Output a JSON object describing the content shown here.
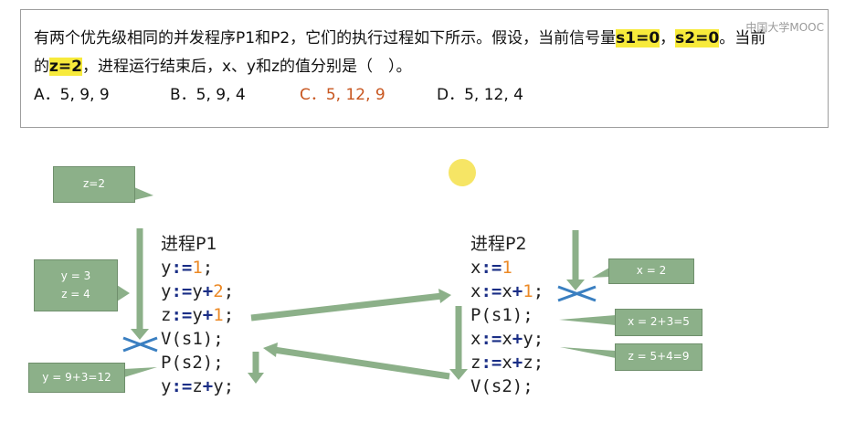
{
  "question": {
    "line1_text": "有两个优先级相同的并发程序P1和P2，它们的执行过程如下所示。假设，当前信号量",
    "line1_hl1": "s1=0",
    "line1_sep": "，",
    "line1_hl2": "s2=0",
    "line1_tail": "。当前",
    "line2_pre": "的",
    "line2_hl": "z=2",
    "line2_text": "，进程运行结束后，x、y和z的值分别是（　）。",
    "options": {
      "a": "A．5, 9, 9",
      "b": "B．5, 9, 4",
      "c": "C．5, 12, 9",
      "d": "D．5, 12, 4"
    },
    "watermark": "中国大学MOOC"
  },
  "p1": {
    "title": "进程P1",
    "lines": [
      [
        "y",
        ":=",
        "1",
        ";"
      ],
      [
        "y",
        ":=",
        "y",
        "+",
        "2",
        ";"
      ],
      [
        "z",
        ":=",
        "y",
        "+",
        "1",
        ";"
      ],
      [
        "V(s1);"
      ],
      [
        "P(s2);"
      ],
      [
        "y",
        ":=",
        "z",
        "+",
        "y",
        ";"
      ]
    ]
  },
  "p2": {
    "title": "进程P2",
    "lines": [
      [
        "x",
        ":=",
        "1"
      ],
      [
        "x",
        ":=",
        "x",
        "+",
        "1",
        ";"
      ],
      [
        "P(s1);"
      ],
      [
        "x",
        ":=",
        "x",
        "+",
        "y",
        ";"
      ],
      [
        "z",
        ":=",
        "x",
        "+",
        "z",
        ";"
      ],
      [
        "V(s2);"
      ]
    ]
  },
  "callouts": {
    "z2": "z=2",
    "y3": "y = 3",
    "z4": "z = 4",
    "y12": "y = 9+3=12",
    "x2": "x = 2",
    "x5": "x = 2+3=5",
    "z9": "z = 5+4=9"
  },
  "colors": {
    "highlight": "#f7ea3b",
    "number": "#ec8a27",
    "operator": "#1a2e86",
    "callout": "#8cb089",
    "arrow": "#8cb089",
    "cross": "#3a7fc1",
    "answer": "#c8561f"
  }
}
